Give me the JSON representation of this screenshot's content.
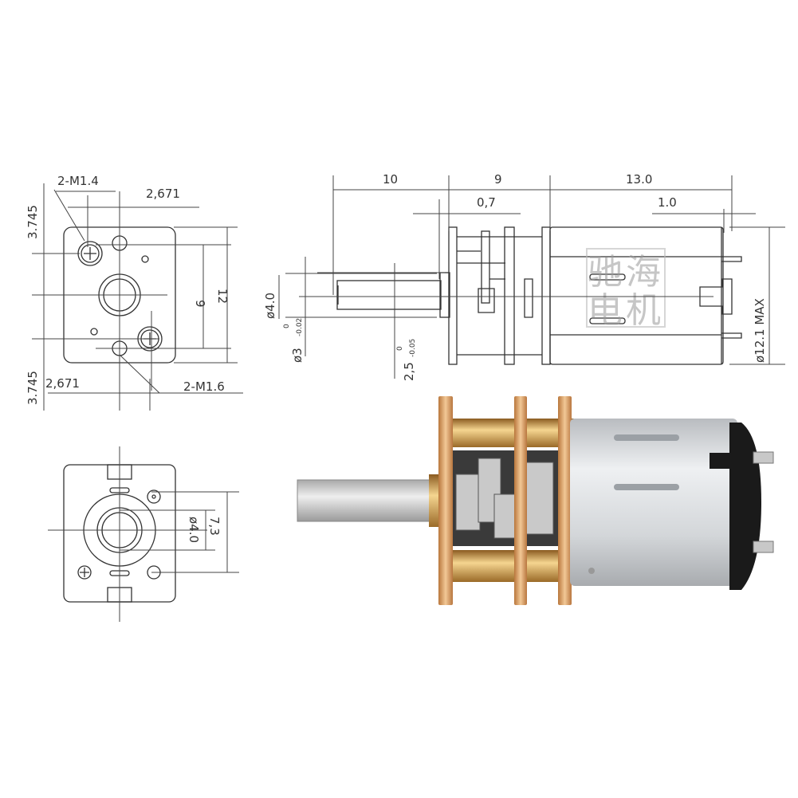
{
  "front_view": {
    "hole_top_label": "2-M1.4",
    "hole_bottom_label": "2-M1.6",
    "offset_top": "2,671",
    "offset_bottom": "2,671",
    "vertical_top": "3.745",
    "vertical_bottom": "3.745",
    "hole_spacing": "9",
    "height": "12"
  },
  "rear_view": {
    "bore_diameter": "ø4.0",
    "bore_spacing": "7,3"
  },
  "side_view": {
    "shaft_length": "10",
    "gearbox_length": "9",
    "motor_length": "13.0",
    "flange_thickness": "0,7",
    "terminal_length": "1.0",
    "boss_diameter": "ø4.0",
    "shaft_diameter": "ø3",
    "shaft_tol_upper": "0",
    "shaft_tol_lower": "-0.02",
    "flat_width": "2,5",
    "flat_tol_upper": "0",
    "flat_tol_lower": "-0.05",
    "motor_diameter": "ø12.1 MAX",
    "watermark": [
      "驰",
      "海",
      "电",
      "机"
    ]
  },
  "colors": {
    "line": "#333333",
    "brass": "#d9a15e",
    "silver": "#d8dadc",
    "black": "#1a1a1a"
  }
}
